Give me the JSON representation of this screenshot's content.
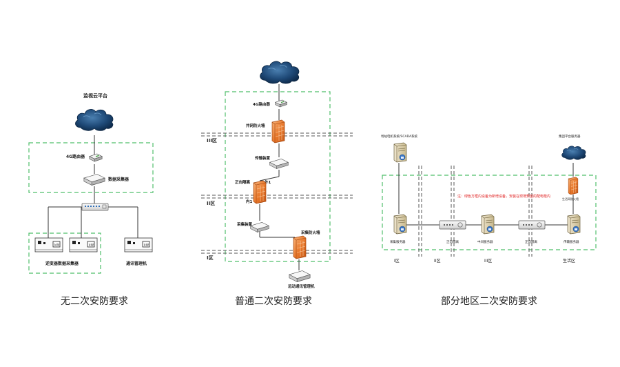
{
  "panel1": {
    "cloud_label": "监视云平台",
    "router_label": "4G路由器",
    "collector_label": "数据采集器",
    "inverter_group_label": "逆变器数据采集器",
    "comm_mgr_label": "通讯管理机",
    "caption": "无二次安防要求"
  },
  "panel2": {
    "router_label": "4G路由器",
    "firewall_top_label": "并网防火墙",
    "zone3": "III区",
    "transfer_label": "传输装置",
    "forward_isolation_label": "正向隔离",
    "outer_label": "外1",
    "inner_label": "内1",
    "zone2": "II区",
    "acq_device_label": "采集装置",
    "acq_firewall_label": "采集防火墙",
    "zone1": "I区",
    "comm_mgr_label": "远动通讯管理机",
    "caption": "普通二次安防要求"
  },
  "panel3": {
    "scada_label": "场站电机系统/SCADA系统",
    "group_platform_label": "集团平台服务器",
    "note": "注：绿色方框内设备为新增设备，安装在现场预留的配电柜内",
    "firewall_label": "生活网防火墙",
    "server1_label": "采集服务器",
    "isolation1_label": "正向隔离",
    "server2_label": "中间服务器",
    "isolation2_label": "正向隔离",
    "server3_label": "传输服务器",
    "zone1": "I区",
    "zone2": "II区",
    "zone3": "III区",
    "zone_life": "生活区",
    "caption": "部分地区二次安防要求"
  }
}
